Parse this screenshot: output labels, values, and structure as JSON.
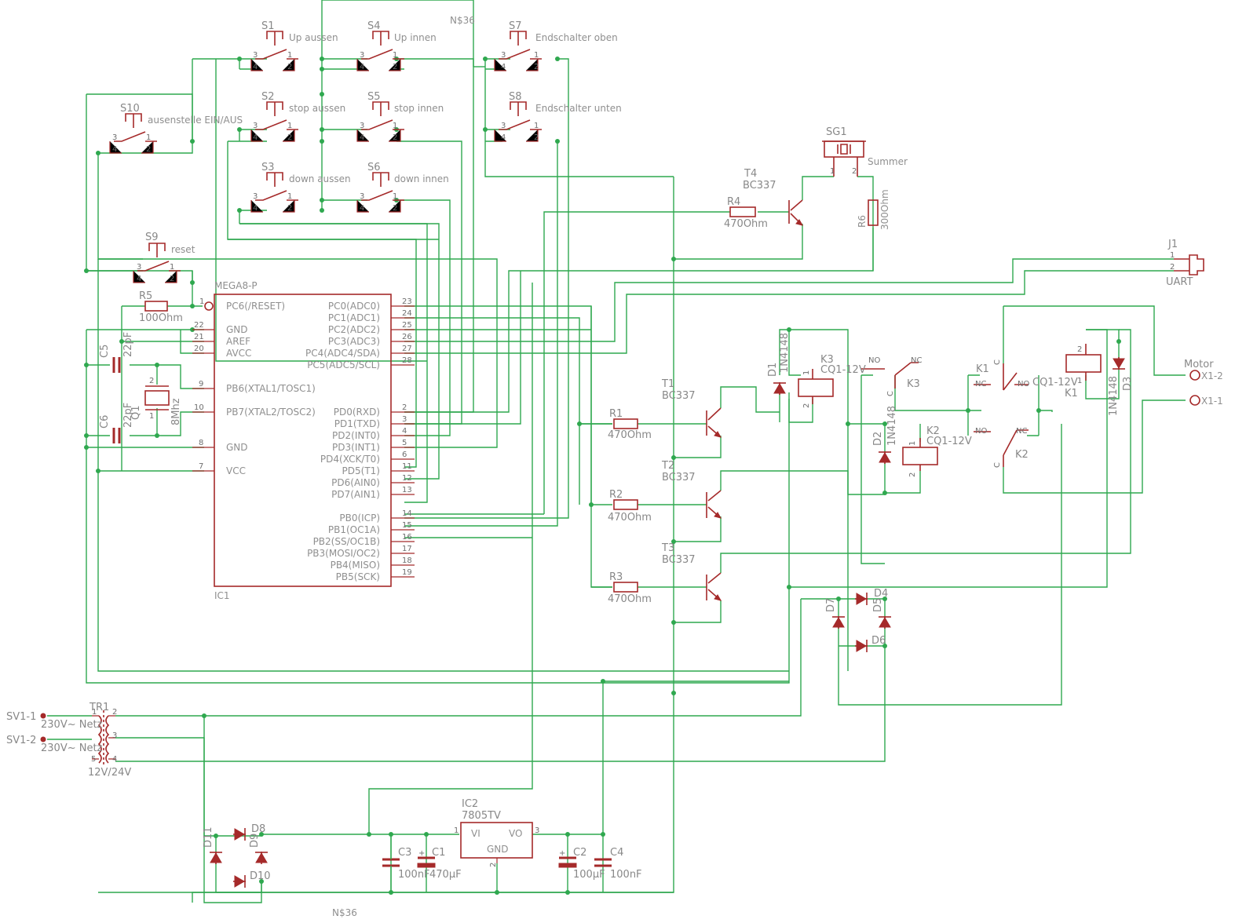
{
  "schematic": {
    "net_labels": [
      "N$36",
      "N$36"
    ],
    "ic1": {
      "name": "IC1",
      "value": "MEGA8-P",
      "left_pins": [
        {
          "num": "1",
          "name": "PC6(/RESET)"
        },
        {
          "num": "22",
          "name": "GND"
        },
        {
          "num": "21",
          "name": "AREF"
        },
        {
          "num": "20",
          "name": "AVCC"
        },
        {
          "num": "9",
          "name": "PB6(XTAL1/TOSC1)"
        },
        {
          "num": "10",
          "name": "PB7(XTAL2/TOSC2)"
        },
        {
          "num": "8",
          "name": "GND"
        },
        {
          "num": "7",
          "name": "VCC"
        }
      ],
      "right_pins": [
        {
          "num": "23",
          "name": "PC0(ADC0)"
        },
        {
          "num": "24",
          "name": "PC1(ADC1)"
        },
        {
          "num": "25",
          "name": "PC2(ADC2)"
        },
        {
          "num": "26",
          "name": "PC3(ADC3)"
        },
        {
          "num": "27",
          "name": "PC4(ADC4/SDA)"
        },
        {
          "num": "28",
          "name": "PC5(ADC5/SCL)"
        },
        {
          "num": "2",
          "name": "PD0(RXD)"
        },
        {
          "num": "3",
          "name": "PD1(TXD)"
        },
        {
          "num": "4",
          "name": "PD2(INT0)"
        },
        {
          "num": "5",
          "name": "PD3(INT1)"
        },
        {
          "num": "6",
          "name": "PD4(XCK/T0)"
        },
        {
          "num": "11",
          "name": "PD5(T1)"
        },
        {
          "num": "12",
          "name": "PD6(AIN0)"
        },
        {
          "num": "13",
          "name": "PD7(AIN1)"
        },
        {
          "num": "14",
          "name": "PB0(ICP)"
        },
        {
          "num": "15",
          "name": "PB1(OC1A)"
        },
        {
          "num": "16",
          "name": "PB2(SS/OC1B)"
        },
        {
          "num": "17",
          "name": "PB3(MOSI/OC2)"
        },
        {
          "num": "18",
          "name": "PB4(MISO)"
        },
        {
          "num": "19",
          "name": "PB5(SCK)"
        }
      ]
    },
    "switches": [
      {
        "name": "S1",
        "label": "Up aussen"
      },
      {
        "name": "S4",
        "label": "Up innen"
      },
      {
        "name": "S7",
        "label": "Endschalter oben"
      },
      {
        "name": "S2",
        "label": "stop aussen"
      },
      {
        "name": "S5",
        "label": "stop innen"
      },
      {
        "name": "S8",
        "label": "Endschalter unten"
      },
      {
        "name": "S3",
        "label": "down aussen"
      },
      {
        "name": "S6",
        "label": "down innen"
      },
      {
        "name": "S10",
        "label": "ausenstelle EIN/AUS"
      },
      {
        "name": "S9",
        "label": "reset"
      }
    ],
    "switch_pins": [
      "1",
      "2",
      "3",
      "4"
    ],
    "resistors": [
      {
        "name": "R5",
        "value": "100Ohm"
      },
      {
        "name": "R4",
        "value": "470Ohm"
      },
      {
        "name": "R6",
        "value": "300Ohm"
      },
      {
        "name": "R1",
        "value": "470Ohm"
      },
      {
        "name": "R2",
        "value": "470Ohm"
      },
      {
        "name": "R3",
        "value": "470Ohm"
      }
    ],
    "transistors": [
      {
        "name": "T4",
        "value": "BC337"
      },
      {
        "name": "T1",
        "value": "BC337"
      },
      {
        "name": "T2",
        "value": "BC337"
      },
      {
        "name": "T3",
        "value": "BC337"
      }
    ],
    "buzzer": {
      "name": "SG1",
      "value": "Summer",
      "pins": [
        "1",
        "2"
      ]
    },
    "connector_j1": {
      "name": "J1",
      "value": "UART",
      "pins": [
        "1",
        "2"
      ]
    },
    "crystal": {
      "name": "Q1",
      "value": "8Mhz",
      "pins": [
        "1",
        "2"
      ]
    },
    "caps_xtal": [
      {
        "name": "C5",
        "value": "22pF"
      },
      {
        "name": "C6",
        "value": "22pF"
      }
    ],
    "relays": [
      {
        "name": "K3",
        "value": "CQ1-12V",
        "coil_pins": [
          "1",
          "2"
        ],
        "contacts": [
          "NO",
          "NC",
          "C"
        ]
      },
      {
        "name": "K2",
        "value": "CQ1-12V",
        "coil_pins": [
          "1",
          "2"
        ],
        "contacts": [
          "NO",
          "NC",
          "C"
        ]
      },
      {
        "name": "K1",
        "value": "CQ1-12V",
        "coil_pins": [
          "1",
          "2"
        ],
        "contacts": [
          "NC",
          "NO",
          "C"
        ]
      }
    ],
    "diodes": [
      {
        "name": "D1",
        "value": "1N4148"
      },
      {
        "name": "D2",
        "value": "1N4148"
      },
      {
        "name": "D3",
        "value": "1N4148"
      },
      {
        "name": "D4",
        "value": ""
      },
      {
        "name": "D5",
        "value": ""
      },
      {
        "name": "D6",
        "value": ""
      },
      {
        "name": "D7",
        "value": ""
      },
      {
        "name": "D8",
        "value": ""
      },
      {
        "name": "D9",
        "value": ""
      },
      {
        "name": "D10",
        "value": ""
      },
      {
        "name": "D11",
        "value": ""
      }
    ],
    "motor": {
      "label": "Motor",
      "terminals": [
        "X1-2",
        "X1-1"
      ]
    },
    "transformer": {
      "name": "TR1",
      "value": "12V/24V",
      "primary": [
        "230V~ Netz",
        "230V~ Netz"
      ],
      "pins": [
        "1",
        "2",
        "3",
        "5",
        "4"
      ]
    },
    "supply": {
      "labels": [
        "SV1-1",
        "SV1-2"
      ]
    },
    "regulator": {
      "name": "IC2",
      "value": "7805TV",
      "pins": [
        "1",
        "2",
        "3"
      ],
      "pin_names": [
        "VI",
        "VO",
        "GND"
      ]
    },
    "caps_psu": [
      {
        "name": "C3",
        "value": "100nF"
      },
      {
        "name": "C1",
        "value": "470µF"
      },
      {
        "name": "C2",
        "value": "100µF"
      },
      {
        "name": "C4",
        "value": "100nF"
      }
    ]
  }
}
